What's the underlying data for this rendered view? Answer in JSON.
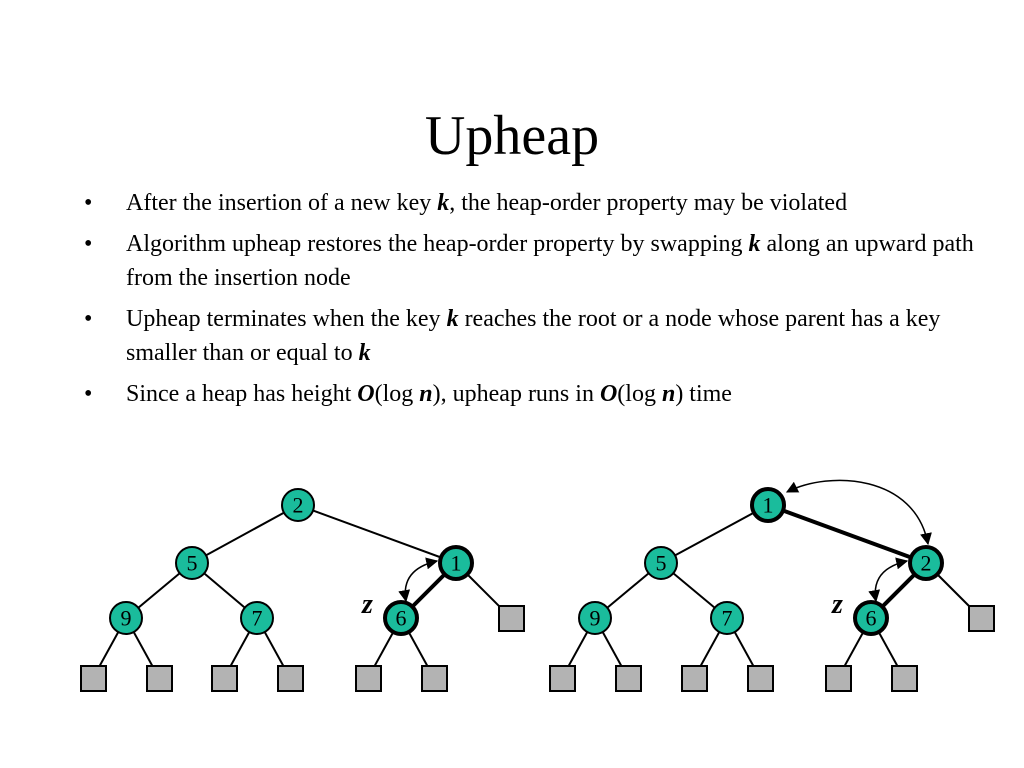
{
  "slide": {
    "title": "Upheap",
    "bullets": [
      {
        "p1": "After the insertion of a new key ",
        "i1": "k",
        "p2": ", the heap-order property may be violated"
      },
      {
        "p1": "Algorithm upheap restores the heap-order property by swapping ",
        "i1": "k",
        "p2": " along an upward path from the insertion node"
      },
      {
        "p1": "Upheap terminates when the key ",
        "i1": "k",
        "p2": " reaches the root or a node whose parent has a key smaller than or equal to ",
        "i2": "k"
      },
      {
        "p1": "Since a heap has height ",
        "i1": "O",
        "p2": "(log ",
        "i2": "n",
        "p3": "), upheap runs in ",
        "i3": "O",
        "p4": "(log ",
        "i4": "n",
        "p5": ") time"
      }
    ]
  },
  "left_heap": {
    "root": "2",
    "left": "5",
    "right": "1",
    "left_left": "9",
    "left_right": "7",
    "right_left": "6",
    "z_label": "z"
  },
  "right_heap": {
    "root": "1",
    "left": "5",
    "right": "2",
    "left_left": "9",
    "left_right": "7",
    "right_left": "6",
    "z_label": "z"
  },
  "colors": {
    "node_fill": "#1abc9c",
    "leaf_fill": "#b3b3b3"
  }
}
